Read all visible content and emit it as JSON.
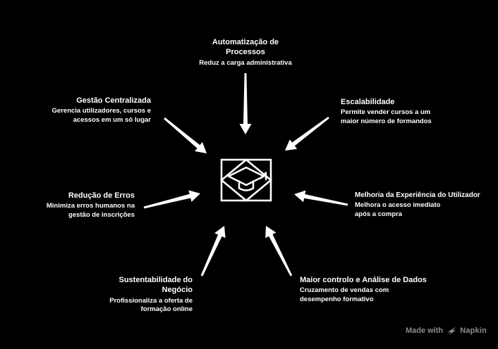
{
  "colors": {
    "background": "#000000",
    "foreground": "#ffffff",
    "watermark": "#8d8d8d"
  },
  "center": {
    "icon": "graduation-cap"
  },
  "nodes": {
    "top": {
      "title": "Automatização de Processos",
      "subtitle": "Reduz a carga administrativa"
    },
    "upper_left": {
      "title": "Gestão Centralizada",
      "subtitle": "Gerencia utilizadores, cursos e acessos em um só lugar"
    },
    "upper_right": {
      "title": "Escalabilidade",
      "subtitle": "Permite vender cursos a um maior número de formandos"
    },
    "left": {
      "title": "Redução de Erros",
      "subtitle": "Minimiza erros humanos na gestão de inscrições"
    },
    "right": {
      "title": "Melhoria da Experiência do Utilizador",
      "subtitle": "Melhora o acesso imediato após a compra"
    },
    "bottom_left": {
      "title": "Sustentabilidade do Negócio",
      "subtitle": "Profissionaliza a oferta de formação online"
    },
    "bottom_right": {
      "title": "Maior controlo e Análise de Dados",
      "subtitle": "Cruzamento de vendas com desempenho formativo"
    }
  },
  "footer": {
    "made_with": "Made with",
    "brand": "Napkin"
  }
}
